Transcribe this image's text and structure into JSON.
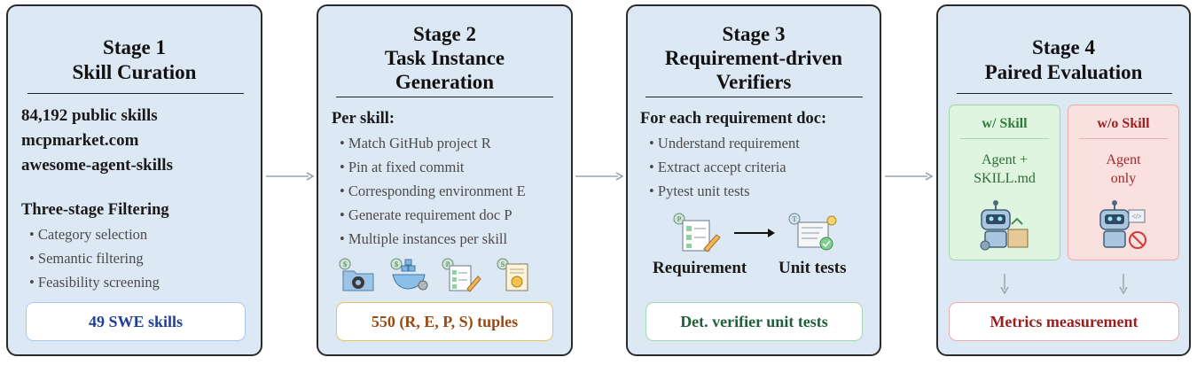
{
  "stage1": {
    "title_line1": "Stage 1",
    "title_line2": "Skill Curation",
    "sources": [
      "84,192 public skills",
      "mcpmarket.com",
      "awesome-agent-skills"
    ],
    "filter_header": "Three-stage Filtering",
    "filter_items": [
      "• Category selection",
      "• Semantic filtering",
      "• Feasibility screening"
    ],
    "result": "49 SWE skills",
    "result_color": "#1f3f9a"
  },
  "stage2": {
    "title_line1": "Stage 2",
    "title_line2": "Task Instance",
    "title_line3": "Generation",
    "header": "Per skill:",
    "items": [
      "• Match GitHub project R",
      "• Pin at fixed commit",
      "• Corresponding environment E",
      "• Generate requirement doc P",
      "• Multiple instances per skill"
    ],
    "icons": [
      "github-folder-icon",
      "docker-environment-icon",
      "requirement-doc-icon",
      "skill-certificate-icon"
    ],
    "result": "550 (R, E, P, S) tuples",
    "result_color": "#9a4a12"
  },
  "stage3": {
    "title_line1": "Stage 3",
    "title_line2": "Requirement-driven",
    "title_line3": "Verifiers",
    "header": "For each requirement doc:",
    "items": [
      "• Understand requirement",
      "• Extract accept criteria",
      "• Pytest unit tests"
    ],
    "left_label": "Requirement",
    "right_label": "Unit tests",
    "result": "Det. verifier unit tests",
    "result_color": "#1f5f3a"
  },
  "stage4": {
    "title_line1": "Stage 4",
    "title_line2": "Paired Evaluation",
    "with_title": "w/ Skill",
    "with_line1": "Agent +",
    "with_line2": "SKILL.md",
    "without_title": "w/o Skill",
    "without_line1": "Agent",
    "without_line2": "only",
    "result": "Metrics measurement",
    "result_color": "#9a1f1f",
    "with_color": "#2f7a3c",
    "without_color": "#9a1f1f"
  }
}
